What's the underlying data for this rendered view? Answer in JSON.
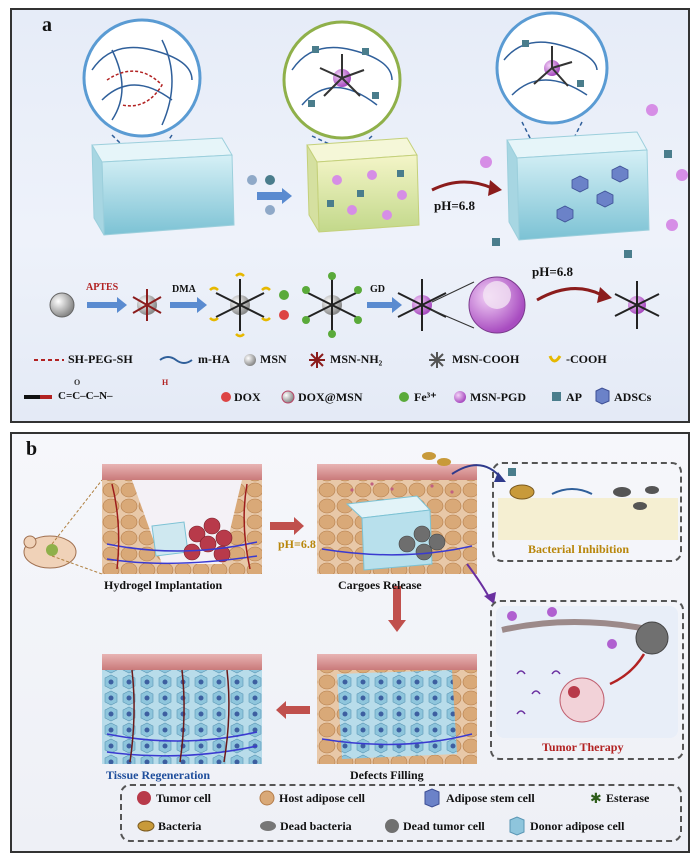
{
  "panel_a": {
    "label": "a",
    "ph_label_top": "pH=6.8",
    "ph_label_bottom": "pH=6.8",
    "step_aptes": "APTES",
    "step_dma": "DMA",
    "step_gd": "GD",
    "legend": [
      {
        "label": "SH-PEG-SH",
        "icon": "dashed-red-line-icon"
      },
      {
        "label": "m-HA",
        "icon": "blue-wave-line-icon"
      },
      {
        "label": "MSN",
        "icon": "grey-sphere-icon"
      },
      {
        "label": "MSN-NH₂",
        "icon": "star-sphere-icon"
      },
      {
        "label": "MSN-COOH",
        "icon": "yellow-star-sphere-icon"
      },
      {
        "label": "-COOH",
        "icon": "yellow-hook-icon"
      },
      {
        "label": "C=C–C–N–",
        "icon": "dma-structure-icon"
      },
      {
        "label": "DOX",
        "icon": "red-dot-icon"
      },
      {
        "label": "DOX@MSN",
        "icon": "pink-grey-sphere-icon"
      },
      {
        "label": "Fe³⁺",
        "icon": "green-dot-icon"
      },
      {
        "label": "MSN-PGD",
        "icon": "purple-sphere-icon"
      },
      {
        "label": "AP",
        "icon": "teal-cube-icon"
      },
      {
        "label": "ADSCs",
        "icon": "blue-hexagon-icon"
      }
    ],
    "struct_o": "O",
    "struct_h": "H"
  },
  "panel_b": {
    "label": "b",
    "ph_label": "pH=6.8",
    "stages": {
      "implant": "Hydrogel Implantation",
      "release": "Cargoes Release",
      "filling": "Defects Filling",
      "regeneration": "Tissue Regeneration",
      "bacterial": "Bacterial Inhibition",
      "tumor": "Tumor Therapy"
    },
    "legend": [
      {
        "label": "Tumor cell",
        "icon": "tumor-cell-icon"
      },
      {
        "label": "Host adipose cell",
        "icon": "host-adipose-cell-icon"
      },
      {
        "label": "Adipose stem cell",
        "icon": "adipose-stem-cell-icon"
      },
      {
        "label": "Esterase",
        "icon": "esterase-icon"
      },
      {
        "label": "Bacteria",
        "icon": "bacteria-icon"
      },
      {
        "label": "Dead bacteria",
        "icon": "dead-bacteria-icon"
      },
      {
        "label": "Dead tumor cell",
        "icon": "dead-tumor-cell-icon"
      },
      {
        "label": "Donor adipose cell",
        "icon": "donor-adipose-cell-icon"
      }
    ],
    "colors": {
      "bacterial": "#b8860b",
      "tumor": "#b22222",
      "regeneration": "#1f4e9c"
    }
  }
}
